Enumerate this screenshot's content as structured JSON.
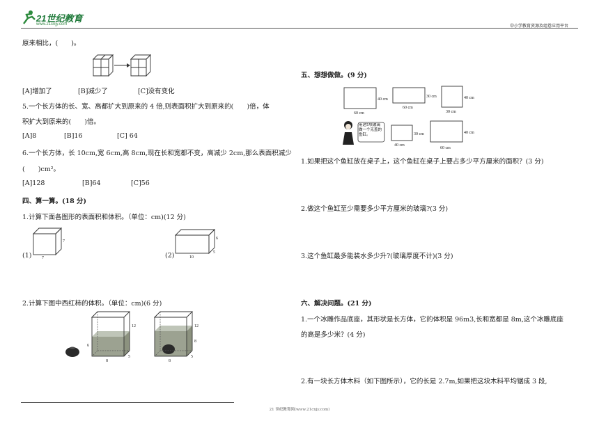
{
  "header": {
    "logo_main": "21世纪教育",
    "logo_sub": "www.21cnjy.com",
    "platform": "中小学教育资源及组卷应用平台"
  },
  "left": {
    "q4_tail": "原来相比，(　　)。",
    "q4_options": [
      "[A]增加了",
      "[B]减少了",
      "[C]没有变化"
    ],
    "q5_line1": "5.一个长方体的长、宽、高都扩大到原来的 4 倍,则表面积扩大到原来的(　　)倍，体",
    "q5_line2": "积扩大到原来的(　　)倍。",
    "q5_options": [
      "[A]8",
      "[B]16",
      "[C]  64"
    ],
    "q6_line1": "6.一个长方体，长 10cm,宽 6cm,高 8cm,现在长和宽都不变，高减少 2cm,那么表面积减少",
    "q6_line2": "(　　)cm²。",
    "q6_options": [
      "[A]128",
      "[B]64",
      "[C]56"
    ],
    "section4_title": "四、算一算。(18 分)",
    "s4_q1": "1.计算下面各图形的表面积和体积。（单位：cm)(12 分)",
    "s4_q1_label1": "(1)",
    "s4_q1_label2": "(2)",
    "cube_edge_label": "7",
    "cuboid_labels": [
      "6",
      "5",
      "10"
    ],
    "s4_q2": "2.计算下图中西红柿的体积。（单位：cm)(6 分)",
    "tank_labels": [
      "12",
      "6",
      "5",
      "8"
    ],
    "tank2_labels": [
      "12",
      "8",
      "5",
      "8"
    ]
  },
  "right": {
    "section5_title": "五、想想做做。(9 分)",
    "fig5_labels": {
      "r1": [
        "40 cm",
        "60 cm"
      ],
      "r2": [
        "30 cm",
        "60 cm"
      ],
      "r3": [
        "40 cm",
        "30 cm"
      ],
      "r4": [
        "30 cm",
        "40 cm"
      ],
      "r5": [
        "40 cm",
        "60 cm"
      ],
      "bubble": "用这5块玻璃做一个无盖的鱼缸。"
    },
    "s5_q1": "1.如果把这个鱼缸放在桌子上，这个鱼缸在桌子上要占多少平方厘米的面积？(3 分)",
    "s5_q2": "2.做这个鱼缸至少需要多少平方厘米的玻璃?(3 分)",
    "s5_q3": "3.这个鱼缸最多能装水多少升?(玻璃厚度不计)(3 分)",
    "section6_title": "六、解决问题。(21 分)",
    "s6_q1_line1": "1.一个冰雕作品底座，其形状是长方体，它的体积是 96m3,长和宽都是 8m,这个冰雕底座",
    "s6_q1_line2": "的高是多少米？(4 分)",
    "s6_q2": "2.有一块长方体木料（如下图所示），它的长是 2.7m,如果把这块木料平均锯成 3 段,"
  },
  "footer": "21 世纪教育网(www.21cnjy.com)"
}
